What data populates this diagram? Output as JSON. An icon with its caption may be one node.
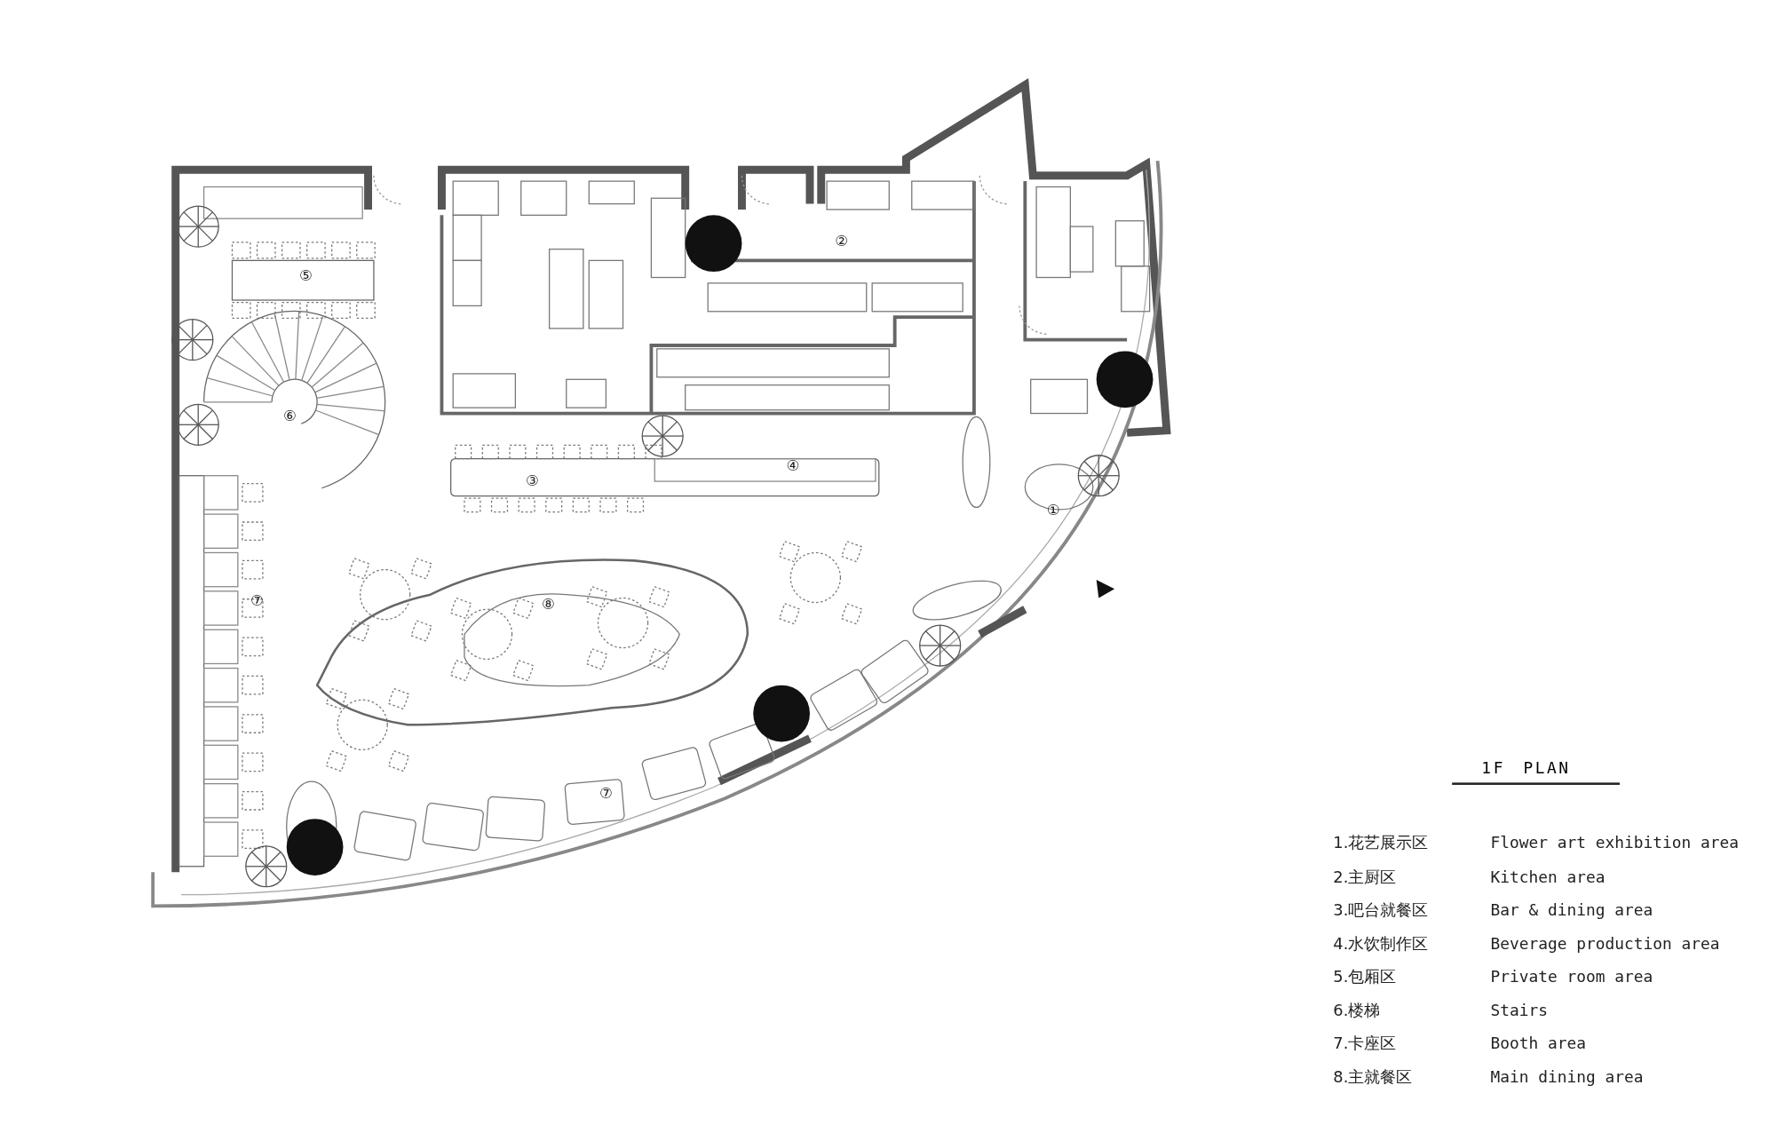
{
  "diagram": {
    "title": "1F　PLAN",
    "labels": [
      "②",
      "⑤",
      "⑥",
      "④",
      "③",
      "①",
      "⑦",
      "⑧",
      "⑦",
      "1.花艺展示区",
      "Flower art exhibition area",
      "2.主厨区",
      "Kitchen area",
      "3.吧台就餐区",
      "Bar & dining area",
      "4.水饮制作区",
      "Beverage production area",
      "5.包厢区",
      "Private room area",
      "6.楼梯",
      "Stairs",
      "7.卡座区",
      "Booth area",
      "8.主就餐区",
      "Main dining area"
    ]
  }
}
